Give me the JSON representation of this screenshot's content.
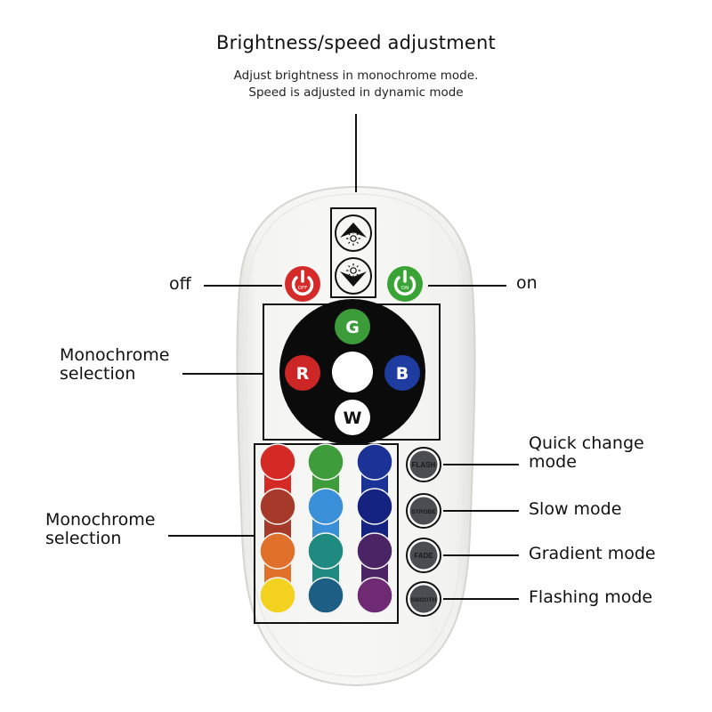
{
  "header": {
    "title": "Brightness/speed adjustment",
    "subtitle_line1": "Adjust brightness in monochrome mode.",
    "subtitle_line2": "Speed is adjusted in dynamic mode"
  },
  "callouts": {
    "off": "off",
    "on": "on",
    "monochrome_top": [
      "Monochrome",
      "selection"
    ],
    "monochrome_bottom": [
      "Monochrome",
      "selection"
    ],
    "quick_change": [
      "Quick change",
      "mode"
    ],
    "slow": "Slow mode",
    "gradient": "Gradient mode",
    "flashing": "Flashing mode"
  },
  "remote": {
    "power_off": {
      "label": "OFF",
      "color": "#d42a2a"
    },
    "power_on": {
      "label": "ON",
      "color": "#3aa335"
    },
    "brightness_up_icon": "brightness-up-icon",
    "brightness_down_icon": "brightness-down-icon",
    "rgbw_pad": {
      "g": {
        "label": "G",
        "color": "#3d9c3a"
      },
      "r": {
        "label": "R",
        "color": "#cc2626"
      },
      "b": {
        "label": "B",
        "color": "#1f3da0"
      },
      "w": {
        "label": "W",
        "color": "#ffffff"
      }
    },
    "color_grid": [
      [
        "#d42a25",
        "#3f9c3a",
        "#1b3296"
      ],
      [
        "#a63a2a",
        "#3a90d8",
        "#14237f"
      ],
      [
        "#e0702a",
        "#1e8a80",
        "#4a2464"
      ],
      [
        "#f2d21e",
        "#1c5e84",
        "#6e2a72"
      ]
    ],
    "mode_buttons": [
      "FLASH",
      "STROBE",
      "FADE",
      "SMOOTH"
    ]
  }
}
